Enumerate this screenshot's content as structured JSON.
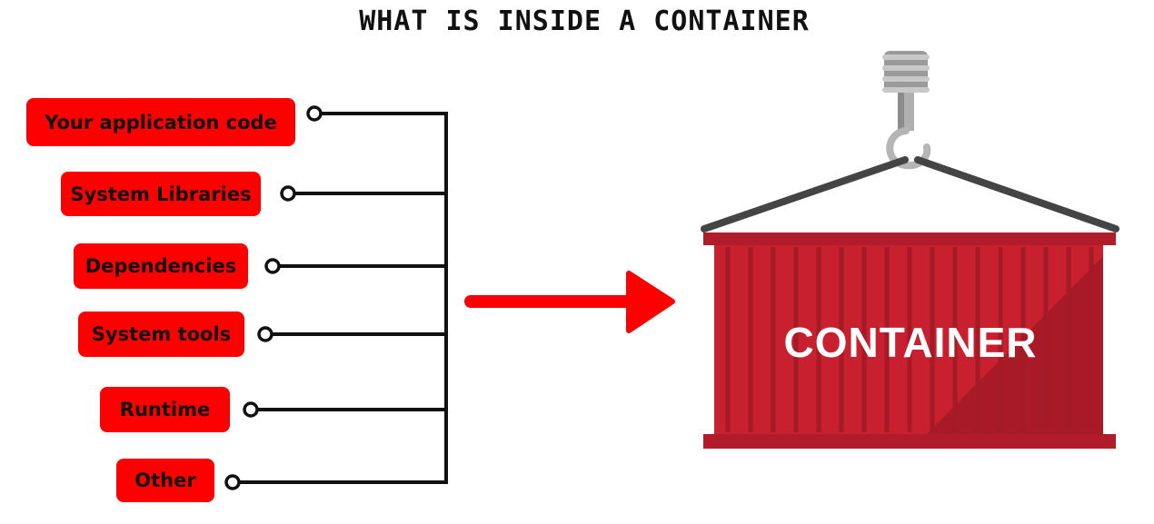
{
  "title": "WHAT IS INSIDE A CONTAINER",
  "items": [
    {
      "label": "Your application code"
    },
    {
      "label": "System Libraries"
    },
    {
      "label": "Dependencies"
    },
    {
      "label": "System tools"
    },
    {
      "label": "Runtime"
    },
    {
      "label": "Other"
    }
  ],
  "container": {
    "label": "CONTAINER"
  },
  "colors": {
    "accent": "#ff0000",
    "container_red": "#c8202f",
    "container_dark": "#a81a26",
    "line": "#111111",
    "cable": "#444444",
    "hook": "#9a9a9a"
  },
  "icons": [
    "crane-hook-icon",
    "arrow-right-icon",
    "shipping-container-icon"
  ]
}
